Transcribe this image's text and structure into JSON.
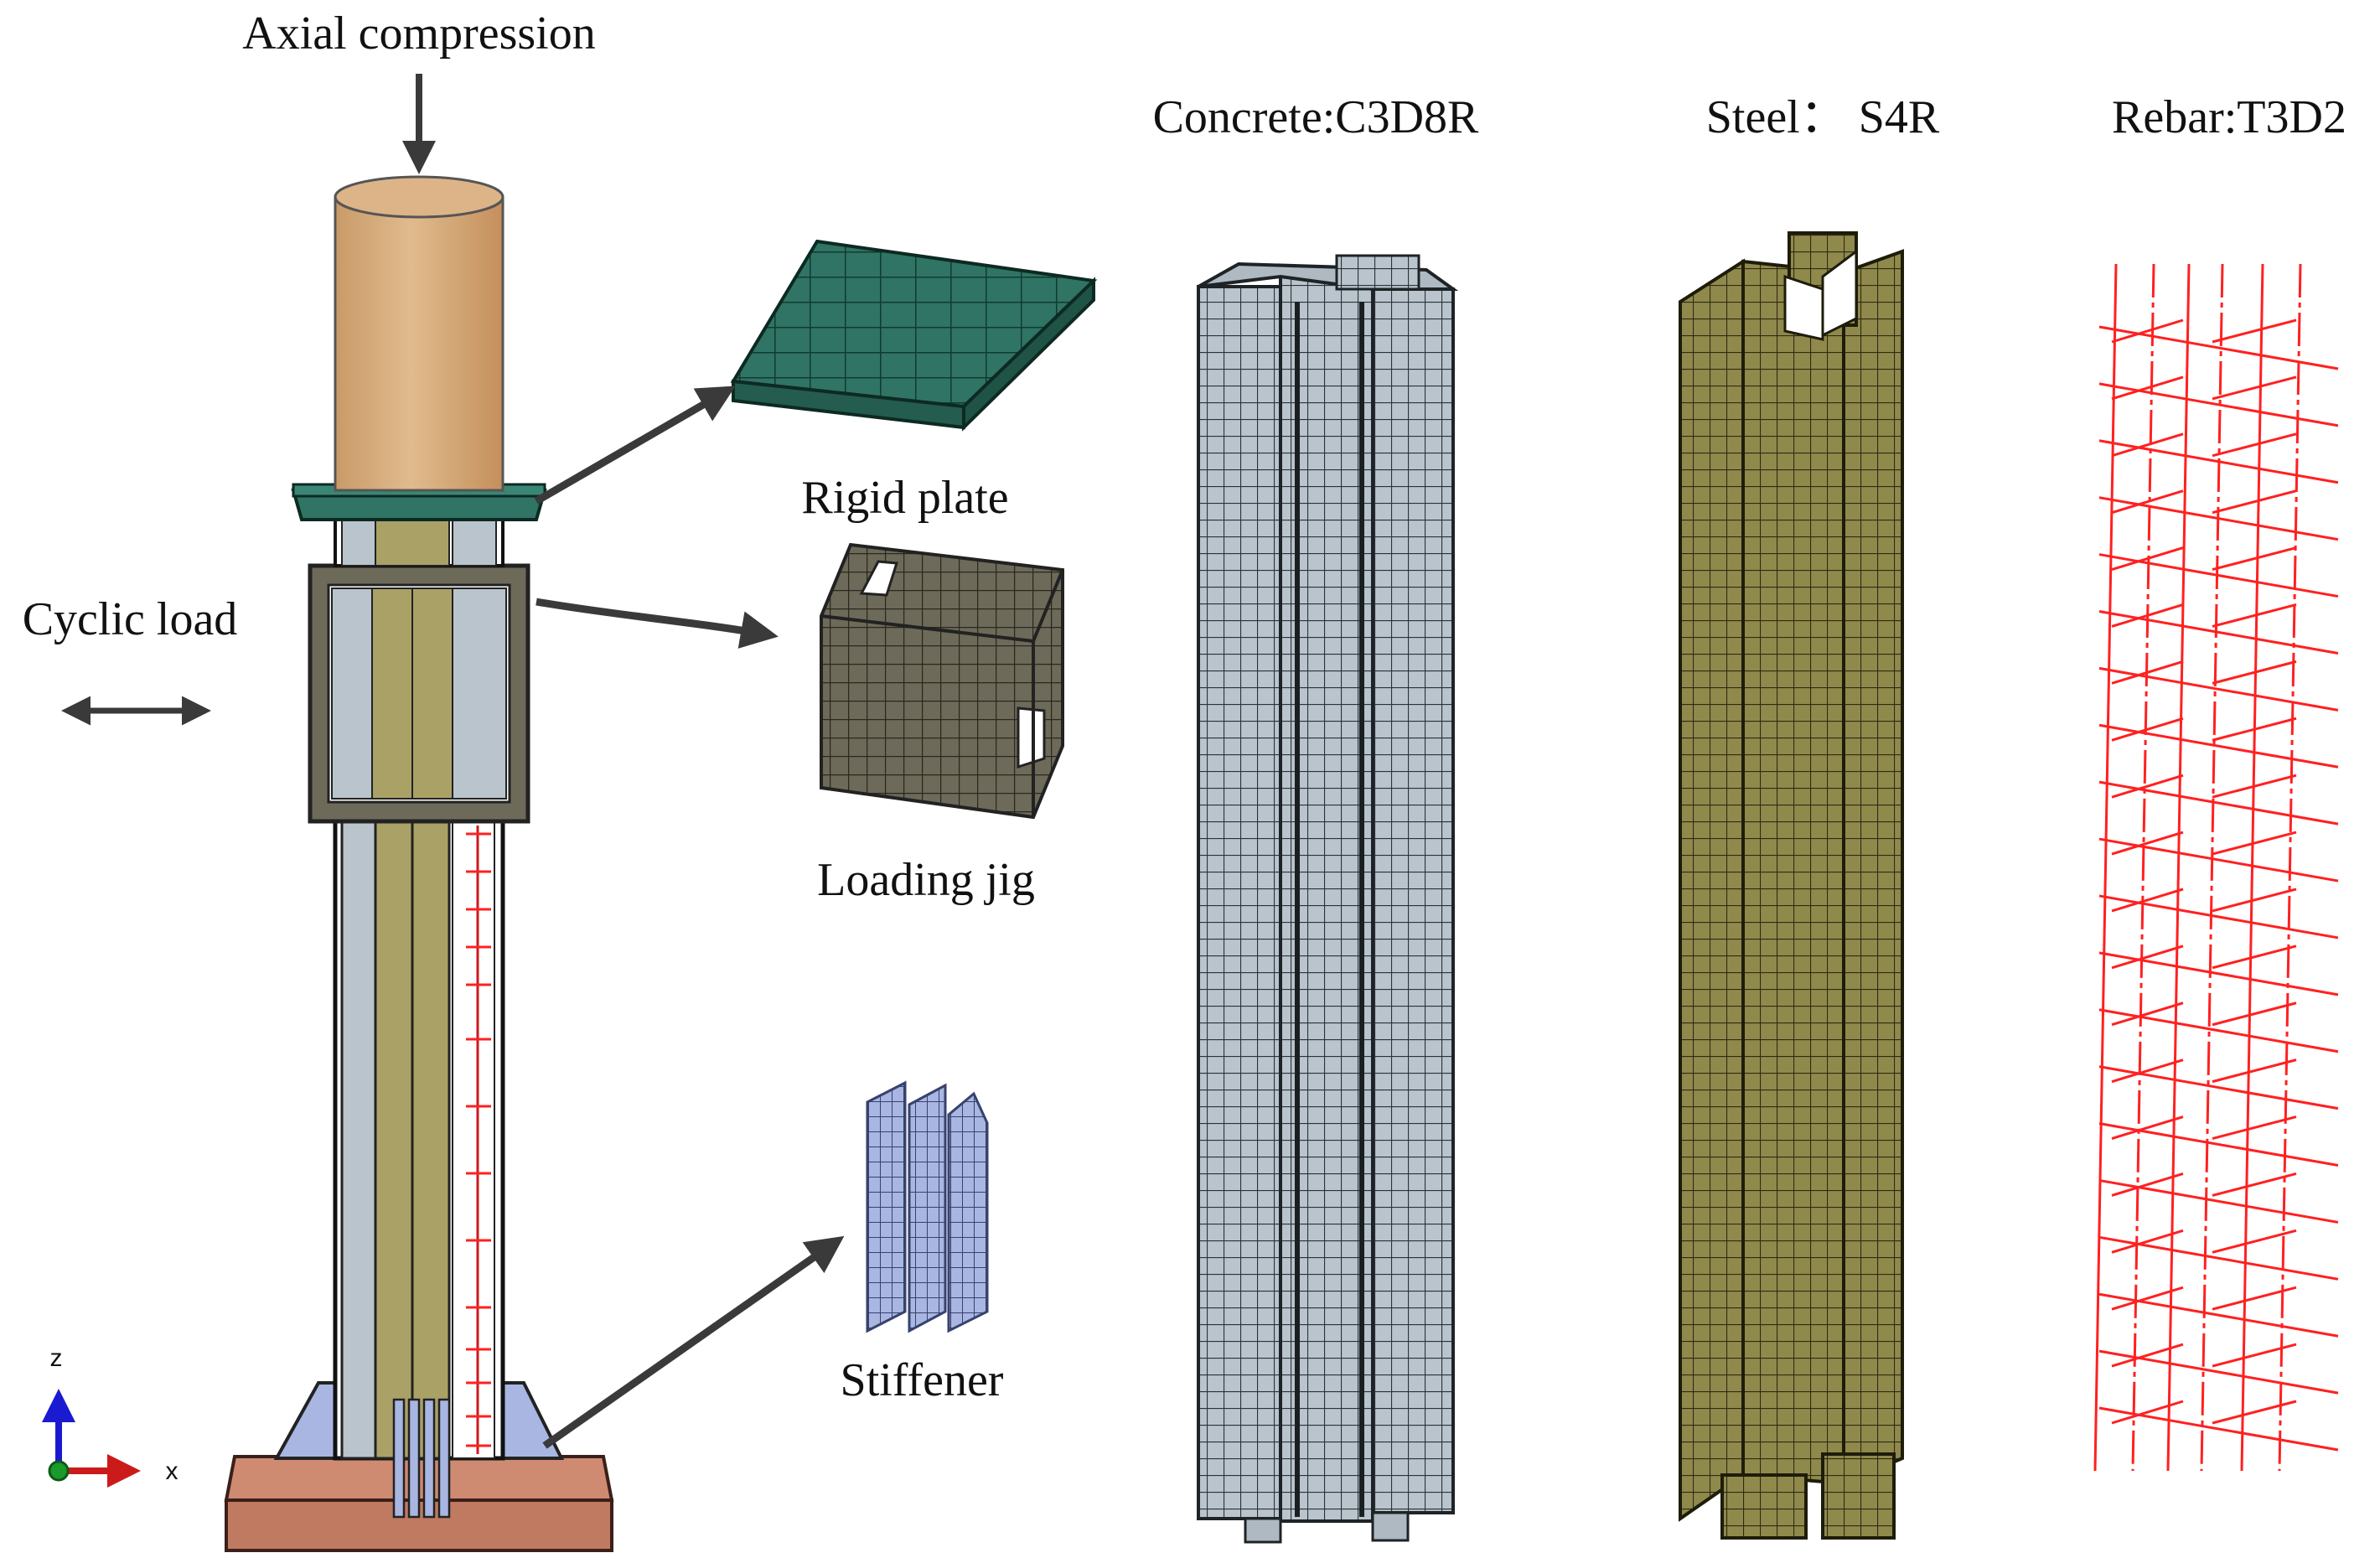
{
  "labels": {
    "axial_compression": "Axial compression",
    "cyclic_load": "Cyclic load",
    "rigid_plate": "Rigid plate",
    "loading_jig": "Loading jig",
    "stiffener": "Stiffener",
    "concrete": "Concrete:C3D8R",
    "steel": "Steel： S4R",
    "rebar": "Rebar:T3D2"
  },
  "axes": {
    "z": "z",
    "x": "x"
  },
  "colors": {
    "cylinder": "#d6ad7c",
    "rigid_plate": "#2f7464",
    "concrete_mesh": "#b9c4cc",
    "steel_mesh": "#8f8a4c",
    "steel_section": "#aaa167",
    "loading_jig": "#6d6a5a",
    "stiffener": "#a9b6e2",
    "base_plate": "#cf8a72",
    "rebar": "#ff2020",
    "axis_z": "#1a1ad0",
    "axis_x": "#cc1a1a",
    "arrow": "#3a3a3a"
  }
}
